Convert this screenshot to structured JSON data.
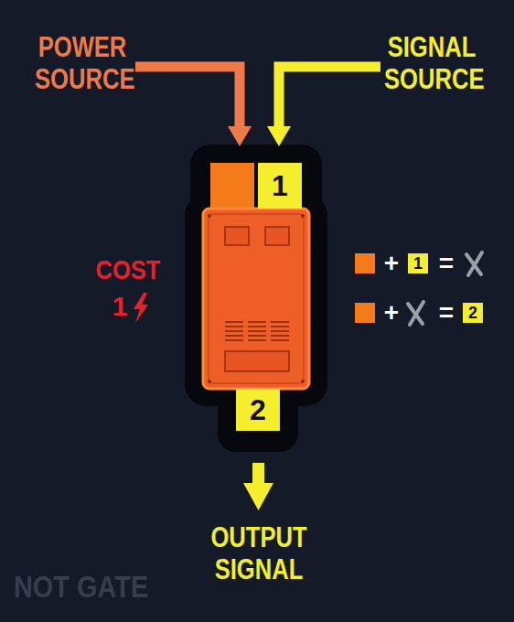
{
  "diagram": {
    "nodes": [
      {
        "text": [
          "1"
        ]
      },
      {
        "text": [
          "1"
        ]
      },
      {
        "text": [
          "2"
        ]
      },
      {
        "text": [
          "2"
        ]
      }
    ],
    "labels": [
      "POWER SOURCE",
      "SIGNAL SOURCE",
      "COST",
      "1",
      "+",
      "=",
      "+",
      "=",
      "OUTPUT SIGNAL",
      "NOT GATE"
    ]
  }
}
